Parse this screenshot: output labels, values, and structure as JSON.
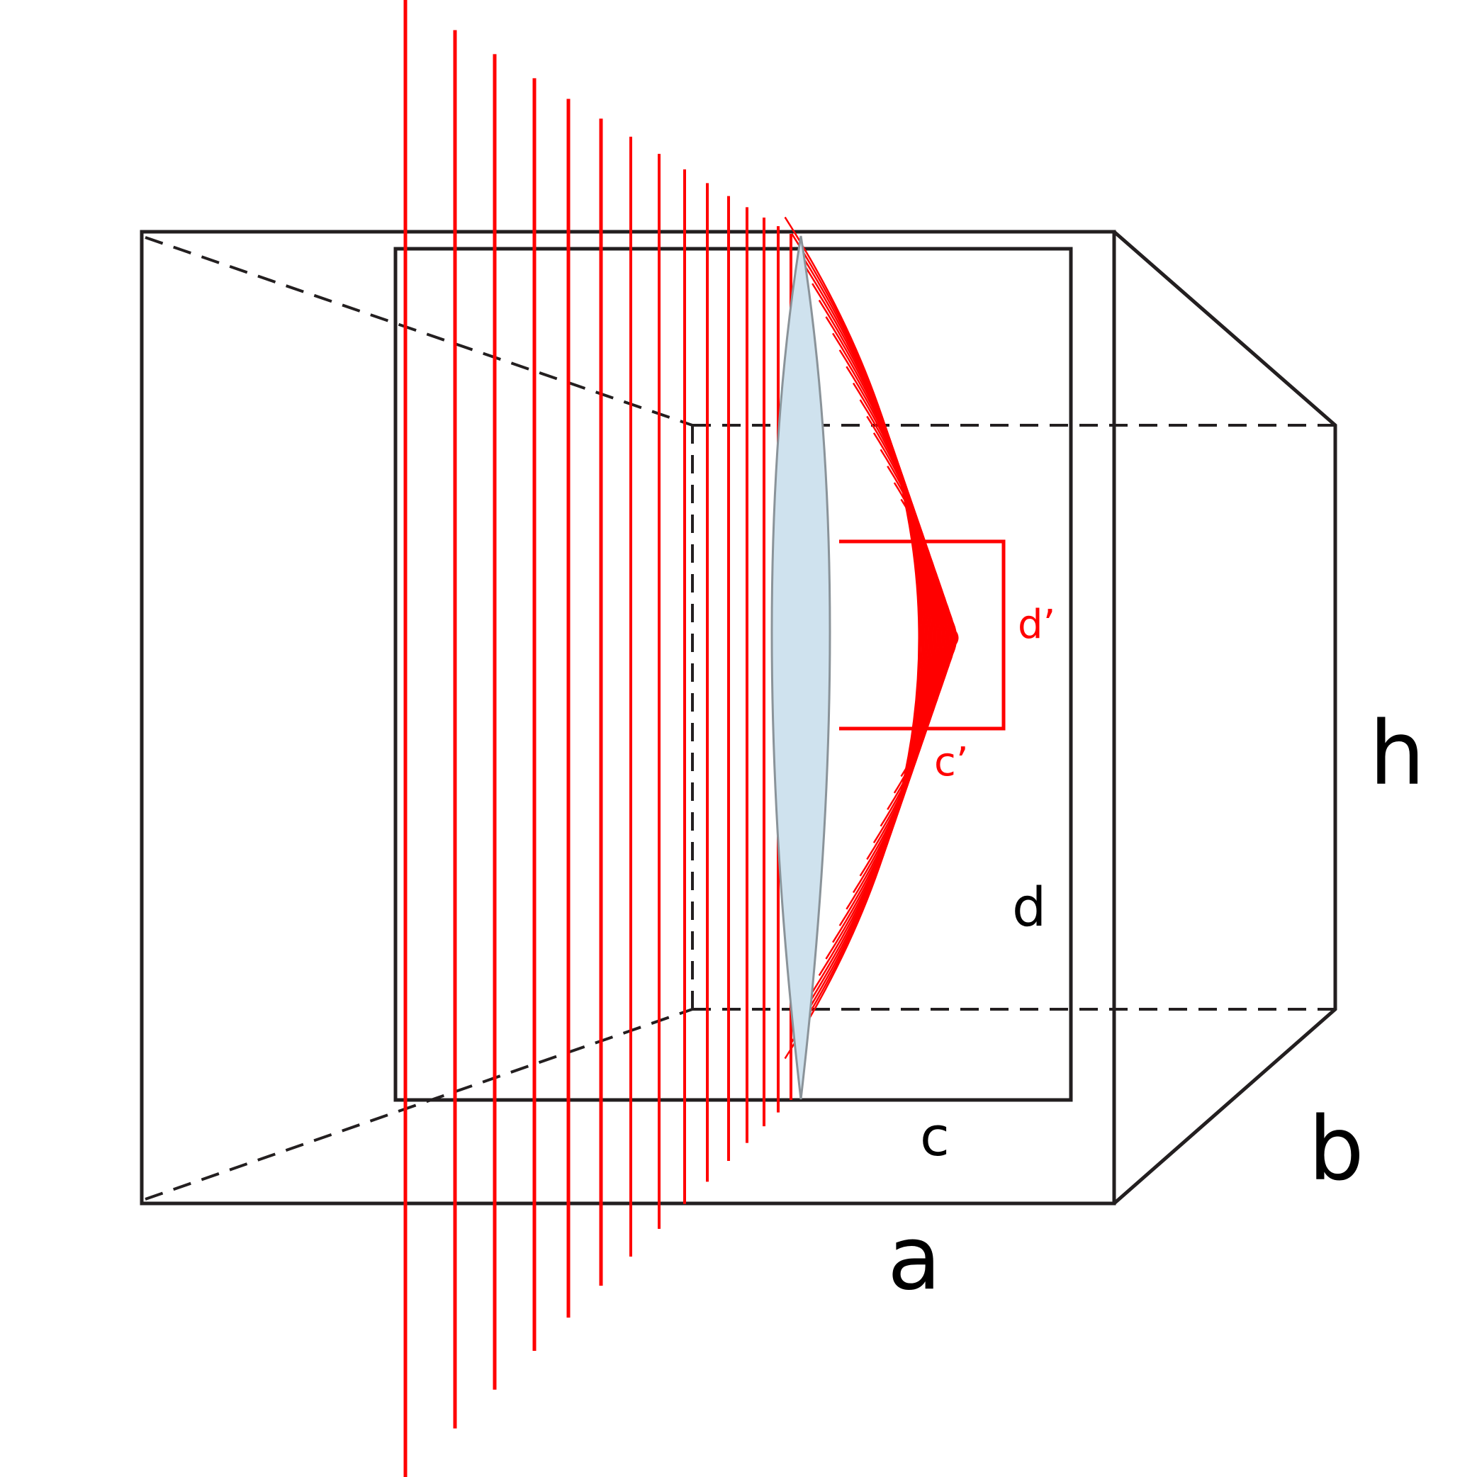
{
  "labels": {
    "a": "a",
    "b": "b",
    "h": "h",
    "c": "c",
    "d": "d",
    "c_prime": "c’",
    "d_prime": "d’"
  },
  "colors": {
    "outline": "#231f20",
    "wave": "#ff0000",
    "lens_fill": "#cfe2ee",
    "lens_edge": "#8a9399",
    "label_black": "#000000",
    "label_red": "#ff0000"
  }
}
